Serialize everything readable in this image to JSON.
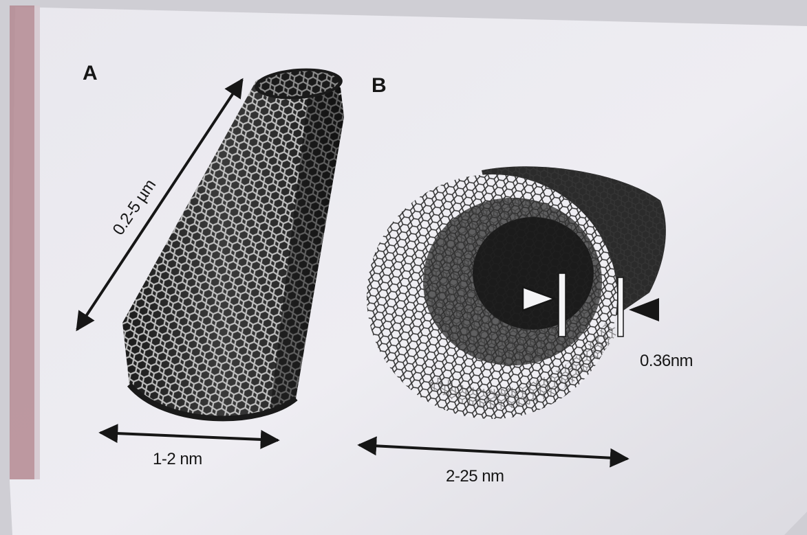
{
  "figure": {
    "panel_a": {
      "label": "A",
      "length_label": "0.2-5 µm",
      "diameter_label": "1-2 nm"
    },
    "panel_b": {
      "label": "B",
      "diameter_label": "2-25 nm",
      "spacing_label": "0.36nm"
    }
  },
  "colors": {
    "paper": "#eeedf1",
    "ink": "#161616",
    "margin_strip": "#b48a92"
  }
}
